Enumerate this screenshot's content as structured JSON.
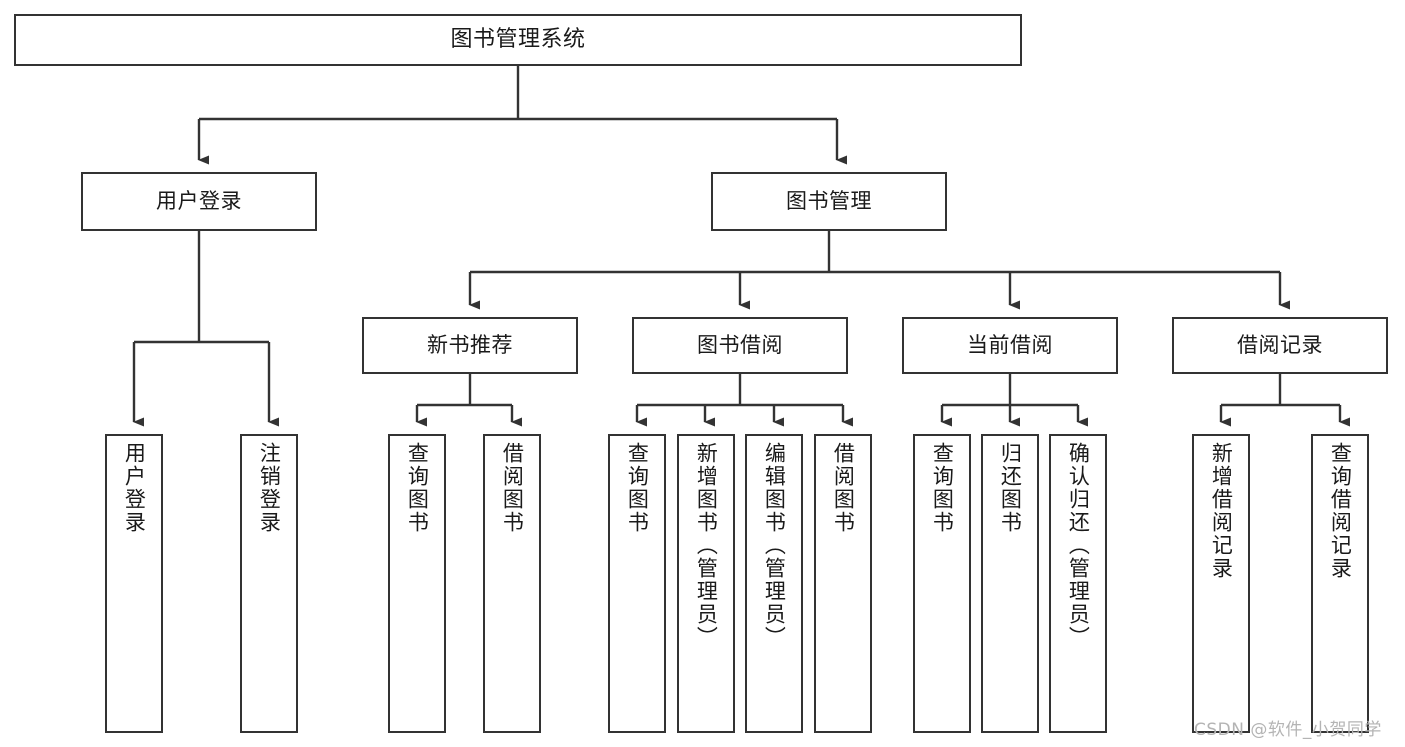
{
  "diagram": {
    "title": "图书管理系统",
    "type": "tree-structure-chart",
    "watermark": "CSDN @软件_小贺同学",
    "colors": {
      "box_border": "#333333",
      "box_fill": "#ffffff",
      "connector": "#333333",
      "text": "#1a1a1a",
      "watermark": "#b4b4b4",
      "background": "#ffffff"
    },
    "root": {
      "label": "图书管理系统"
    },
    "level2": [
      {
        "label": "用户登录"
      },
      {
        "label": "图书管理"
      }
    ],
    "level3": [
      {
        "label": "新书推荐"
      },
      {
        "label": "图书借阅"
      },
      {
        "label": "当前借阅"
      },
      {
        "label": "借阅记录"
      }
    ],
    "leaves": {
      "user_login": [
        {
          "label": "用户登录"
        },
        {
          "label": "注销登录"
        }
      ],
      "new_book_recommend": [
        {
          "label": "查询图书"
        },
        {
          "label": "借阅图书"
        }
      ],
      "book_borrow": [
        {
          "label": "查询图书"
        },
        {
          "label": "新增图书（管理员）"
        },
        {
          "label": "编辑图书（管理员）"
        },
        {
          "label": "借阅图书"
        }
      ],
      "current_borrow": [
        {
          "label": "查询图书"
        },
        {
          "label": "归还图书"
        },
        {
          "label": "确认归还（管理员）"
        }
      ],
      "borrow_record": [
        {
          "label": "新增借阅记录"
        },
        {
          "label": "查询借阅记录"
        }
      ]
    }
  }
}
